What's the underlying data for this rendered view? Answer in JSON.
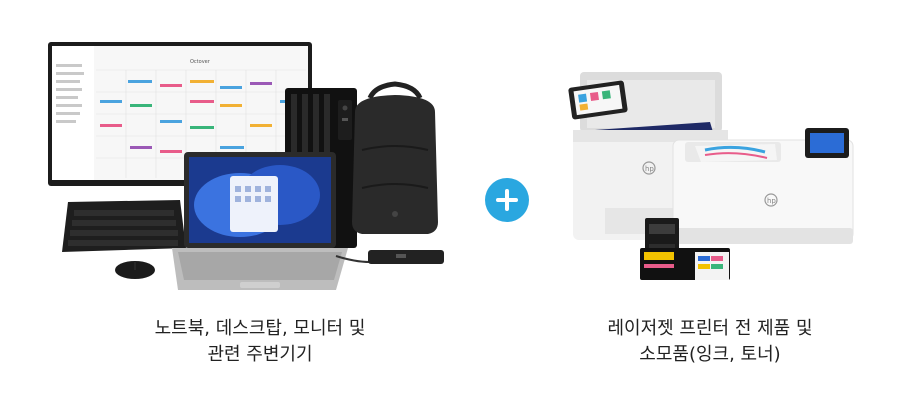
{
  "left": {
    "monitor": {
      "calendar_title": "Octover"
    },
    "caption_line1": "노트북, 데스크탑, 모니터 및",
    "caption_line2": "관련 주변기기"
  },
  "plus_icon": "plus-icon",
  "right": {
    "caption_line1": "레이저젯 프린터 전 제품 및",
    "caption_line2": "소모품(잉크, 토너)"
  },
  "colors": {
    "accent": "#2aa7e0"
  }
}
